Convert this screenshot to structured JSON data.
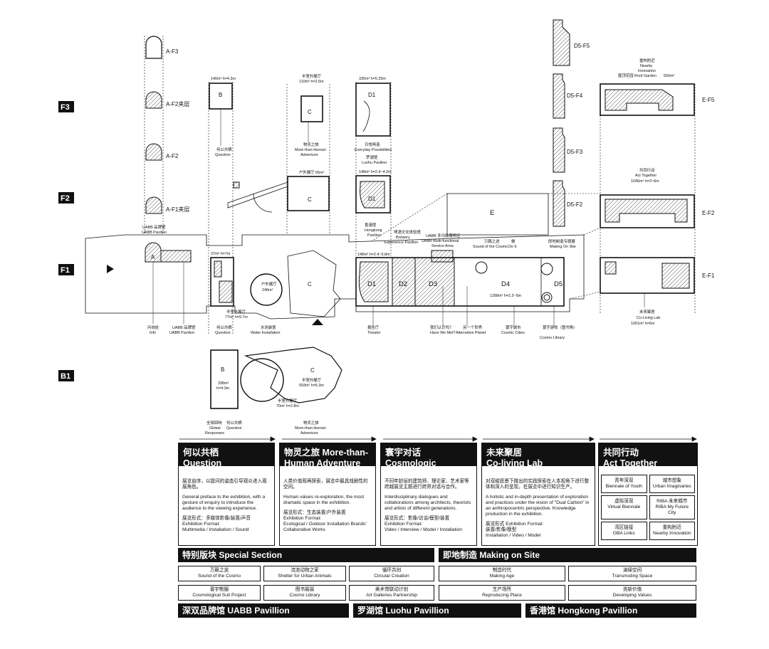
{
  "floors": [
    "F3",
    "F2",
    "F1",
    "B1"
  ],
  "pavilion_A": {
    "levels": [
      "A-F3",
      "A-F2夹层",
      "A-F2",
      "A-F1夹层",
      "A"
    ],
    "label_cn": "UABB 品牌馆",
    "label_en": "UABB Pavilion"
  },
  "info": {
    "cn": "问询处",
    "en": "Info"
  },
  "pavilion_B": {
    "f3_area": "140m² h=4.3m",
    "f1_area": "37m² h=7m",
    "f1_outdoor": "半室外展厅",
    "f1_outdoor_area": "77m² h=9.7m",
    "b1_area": "298m²",
    "b1_height": "h=4.3m",
    "question_cn": "何以共栖",
    "question_en": "Question",
    "global_cn": "全球回响",
    "global_en1": "Global",
    "global_en2": "Responses"
  },
  "pavilion_C": {
    "f3_label": "半室外展厅",
    "f3_area": "110m² h=2.6m",
    "f3_name_cn": "物灵之旅",
    "f3_name_en1": "More-than-Human",
    "f3_name_en2": "Adventure",
    "f2_label": "户外展厅 65m²",
    "f1_outdoor": "户外展厅",
    "f1_outdoor_area": "248m²",
    "water_cn": "水池装置",
    "water_en": "Water Installation",
    "b1_label": "半室外展厅",
    "b1_area": "593m² h=5.3m",
    "b1_label2": "半室外展厅",
    "b1_area2": "70m² h=2.8m",
    "b1_name_cn": "物灵之旅",
    "b1_name_en1": "More-than-Human",
    "b1_name_en2": "Adventure"
  },
  "pavilion_D": {
    "d1_f3_area": "335m² h=5.25m",
    "d1_f3_cn": "日常再造",
    "d1_f3_en": "Everyday Possibilities",
    "luohu_cn": "罗湖馆",
    "luohu_en": "Luohu Pavilion",
    "d1_f2_area": "148m² h=2.4~4.2m",
    "hongkong_cn": "香港馆",
    "hongkong_en1": "Hongkong",
    "hongkong_en2": "Pavilion",
    "d1_f1_area": "148m² h=2.4~5.8m",
    "brewery_cn": "啤酒文化体验馆",
    "brewery_en1": "Brewery",
    "brewery_en2": "Experience Pavilion",
    "service_cn": "UABB 多功能服务区",
    "service_en1": "UABB Multi-functional",
    "service_en2": "Service Area",
    "cosmo_cn": "万籁之途",
    "cosmo_en": "Sound of the Cosmo",
    "doit_cn": "做",
    "doit_en": "Do It",
    "d4_area": "1288m² h=2.3~5m",
    "theater_cn": "报告厅",
    "theater_en": "Theater",
    "met_cn": "我们认识吗？",
    "met_en": "Have We Met?",
    "planet_cn": "另一个世界",
    "planet_en": "Alternative Planet",
    "cities_cn": "寰宇城市",
    "cities_en": "Cosmic Cities",
    "library_cn": "寰宇游牧（图书角）",
    "library_en": "Cosmo Library",
    "making_cn": "即地制造专题展",
    "making_en": "Making On Site",
    "levels": [
      "D5-F5",
      "D5-F4",
      "D5-F3",
      "D5-F2"
    ],
    "rooms": [
      "D1",
      "D2",
      "D3",
      "D4",
      "D5"
    ]
  },
  "pavilion_E": {
    "f5_cn": "重构附近",
    "f5_en1": "Nearby",
    "f5_en2": "Innovation",
    "f5_garden": "屋顶花园 Roof Garden",
    "f5_area": "500m²",
    "f2_cn": "共同行动",
    "f2_en": "Act Together",
    "f2_area": "1046m² h=3~6m",
    "f1_cn": "未来聚居",
    "f1_en": "Co-Living Lab",
    "f1_area": "1001m² h=6m",
    "levels": [
      "E-F5",
      "E-F2",
      "E-F1"
    ],
    "big": "E"
  },
  "sections": [
    {
      "title_cn": "何以共栖",
      "title_en": "Question",
      "p1": "展览自序，以提问的姿态引导观众进入观展角色。",
      "p2": "General preface to the exhibition, with a gesture of enquiry to introduce the audience to the viewing experience.",
      "p3": "展览形式：多媒体影像/装置/声音",
      "p4": "Exhibition Format:",
      "p5": "Multimedia / Installation / Sound"
    },
    {
      "title_cn": "物灵之旅 More-than-",
      "title_en": "Human Adventure",
      "p1": "人类价值观再探索，展览中最具戏剧性的空间。",
      "p2": "Human values re-exploration, the most dramatic space in the exhibition.",
      "p3": "展览形式：生态装置/户外装置",
      "p4": "Exhibition Format:",
      "p5": "Ecological / Outdoor Installation Brands' Collaborative Works"
    },
    {
      "title_cn": "寰宇对话",
      "title_en": "Cosmologic Dialogue",
      "p1": "不同年龄层的建筑师、理论家、艺术家等跨越展览主题进行跨界对话与合作。",
      "p2": "Interdisciplinary dialogues and collaborations among architects, theorists and artists of different generations.",
      "p3": "展览形式：影像/访谈/模型/装置",
      "p4": "Exhibition Format:",
      "p5": "Video / Interview / Model / Installation"
    },
    {
      "title_cn": "未来聚居",
      "title_en": "Co-living Lab",
      "p1": "对双碳愿景下做出的实践探索在人本视角下进行整体和深入的呈现，在展览中进行知识生产。",
      "p2": "A holistic and in-depth presentation of exploration and practices under the vision of \"Dual Carbon\" in an anthropocentric perspective. Knowledge production in the exhibition.",
      "p3": "展览形式 Exhibition Format:",
      "p4": "装置/影像/模型",
      "p5": "Installation / Video / Model"
    }
  ],
  "act_together": {
    "title_cn": "共同行动",
    "title_en": "Act Together",
    "cells": [
      {
        "cn": "青年深双",
        "en": "Biennale of Youth"
      },
      {
        "cn": "城市想象",
        "en": "Urban Imaginaries"
      },
      {
        "cn": "虚拟深双",
        "en": "Virtual Biennale"
      },
      {
        "cn": "RIBA 未来城市",
        "en": "RIBA My Future City"
      },
      {
        "cn": "湾区链接",
        "en": "GBA Links"
      },
      {
        "cn": "重构附近",
        "en": "Nearby Innovation"
      }
    ]
  },
  "special": {
    "title": "特别版块 Special Section",
    "cells": [
      {
        "cn": "万籁之途",
        "en": "Sound of the Cosmo"
      },
      {
        "cn": "流浪动物之家",
        "en": "Shelter for Urban Animals"
      },
      {
        "cn": "循环共创",
        "en": "Circular Creation"
      },
      {
        "cn": "寰宇制服",
        "en": "Cosmological Suit Project"
      },
      {
        "cn": "图书展展",
        "en": "Cosmo Library"
      },
      {
        "cn": "美术馆联动计划",
        "en": "Art Galleries Partnership"
      }
    ]
  },
  "making": {
    "title": "即地制造 Making on Site",
    "cells": [
      {
        "cn": "制造时代",
        "en": "Making Age"
      },
      {
        "cn": "演绎空间",
        "en": "Transmuting Space"
      },
      {
        "cn": "生产场所",
        "en": "Reproducing Place"
      },
      {
        "cn": "迭新价值",
        "en": "Developing Values"
      }
    ]
  },
  "pavilions_bar": {
    "uabb": "深双品牌馆 UABB Pavillion",
    "luohu": "罗湖馆 Luohu Pavillion",
    "hongkong": "香港馆 Hongkong Pavillion"
  }
}
